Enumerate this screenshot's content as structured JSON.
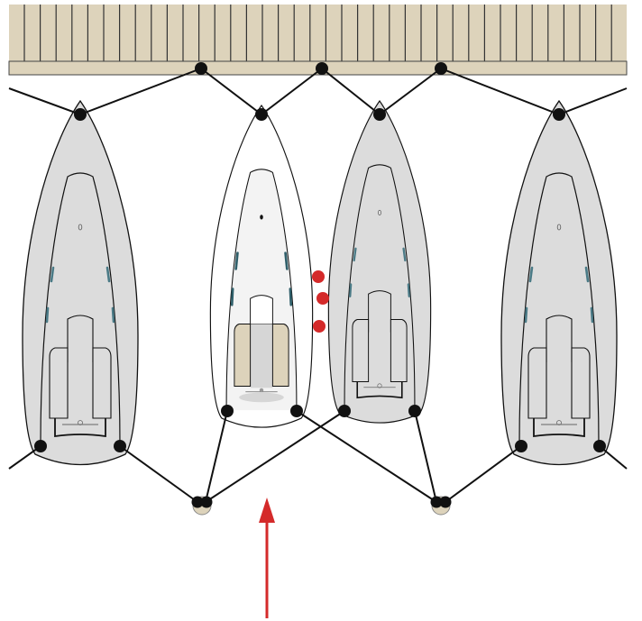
{
  "diagram": {
    "description_text": "",
    "colors": {
      "dock": "#ddd3bb",
      "boat_moored": "#dcdcdc",
      "boat_highlighted": "#ffffff",
      "line": "#111111",
      "fender": "#d42a2a",
      "arrow": "#d42a2a",
      "window": "#4a7a86",
      "cushion": "#ddd3bb"
    },
    "elements": {
      "dock": "jetty",
      "boats": [
        "moored-boat",
        "highlighted-boat",
        "moored-boat",
        "moored-boat"
      ],
      "buoys": 2,
      "fenders": 3,
      "arrow": "approach-direction"
    }
  }
}
